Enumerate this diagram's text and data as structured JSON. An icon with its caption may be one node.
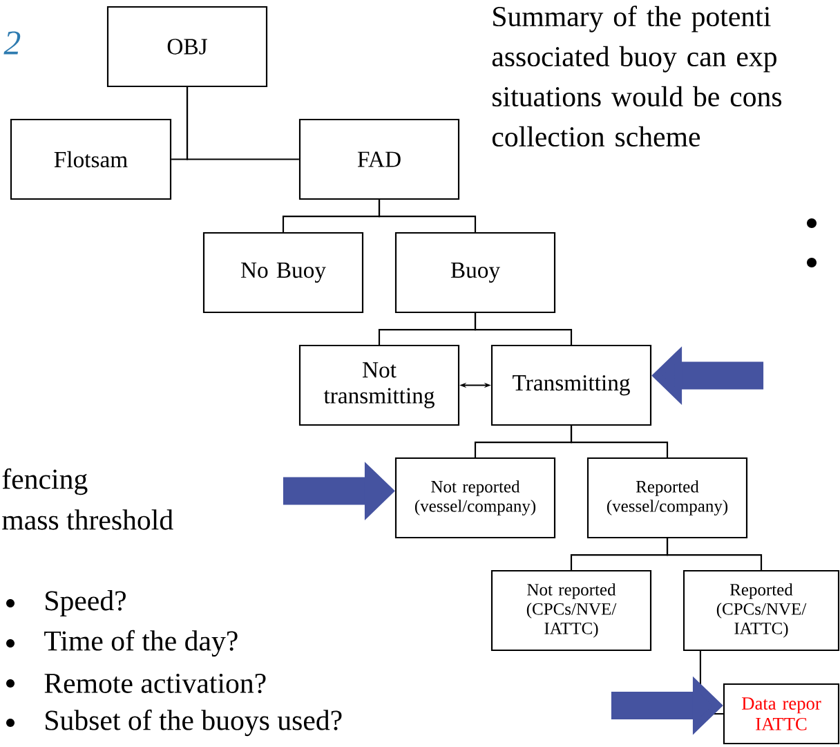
{
  "diagram": {
    "title": "Summary of the potenti associated buoy can exp situations would be cons collection scheme",
    "nodes": [
      {
        "text": [
          "OBJ"
        ]
      },
      {
        "text": [
          "Flotsam"
        ]
      },
      {
        "text": [
          "FAD"
        ]
      },
      {
        "text": [
          "No Buoy"
        ]
      },
      {
        "text": [
          "Buoy"
        ]
      },
      {
        "text": [
          "Not transmitting"
        ]
      },
      {
        "text": [
          "Transmitting"
        ]
      },
      {
        "text": [
          "Not reported (vessel/company)"
        ]
      },
      {
        "text": [
          "Reported (vessel/company)"
        ]
      },
      {
        "text": [
          "Not reported (CPCs/NVE/ IATTC)"
        ]
      },
      {
        "text": [
          "Reported (CPCs/NVE/ IATTC)"
        ]
      },
      {
        "text": [
          "Data repor IATTC"
        ]
      }
    ],
    "edges": [
      {
        "from": 0,
        "to": 1,
        "arrow": "none"
      },
      {
        "from": 0,
        "to": 2,
        "arrow": "none"
      },
      {
        "from": 2,
        "to": 3,
        "arrow": "none"
      },
      {
        "from": 2,
        "to": 4,
        "arrow": "none"
      },
      {
        "from": 4,
        "to": 5,
        "arrow": "none"
      },
      {
        "from": 4,
        "to": 6,
        "arrow": "none"
      },
      {
        "from": 5,
        "to": 6,
        "arrow": "both"
      },
      {
        "from": 6,
        "to": 7,
        "arrow": "none"
      },
      {
        "from": 6,
        "to": 8,
        "arrow": "none"
      },
      {
        "from": 8,
        "to": 9,
        "arrow": "none"
      },
      {
        "from": 8,
        "to": 10,
        "arrow": "none"
      },
      {
        "from": 10,
        "to": 11,
        "arrow": "none"
      },
      {
        "from": null,
        "to": 6,
        "arrow": "to",
        "style": "thick",
        "color": "#4553a0"
      },
      {
        "from": null,
        "to": 7,
        "arrow": "to",
        "style": "thick",
        "color": "#4553a0"
      },
      {
        "from": null,
        "to": 11,
        "arrow": "to",
        "style": "thick",
        "color": "#4553a0"
      }
    ],
    "labels": [
      "2",
      "fencing",
      "mass threshold",
      "Speed?",
      "Time of the day?",
      "Remote activation?",
      "Subset of the buoys used?"
    ]
  }
}
